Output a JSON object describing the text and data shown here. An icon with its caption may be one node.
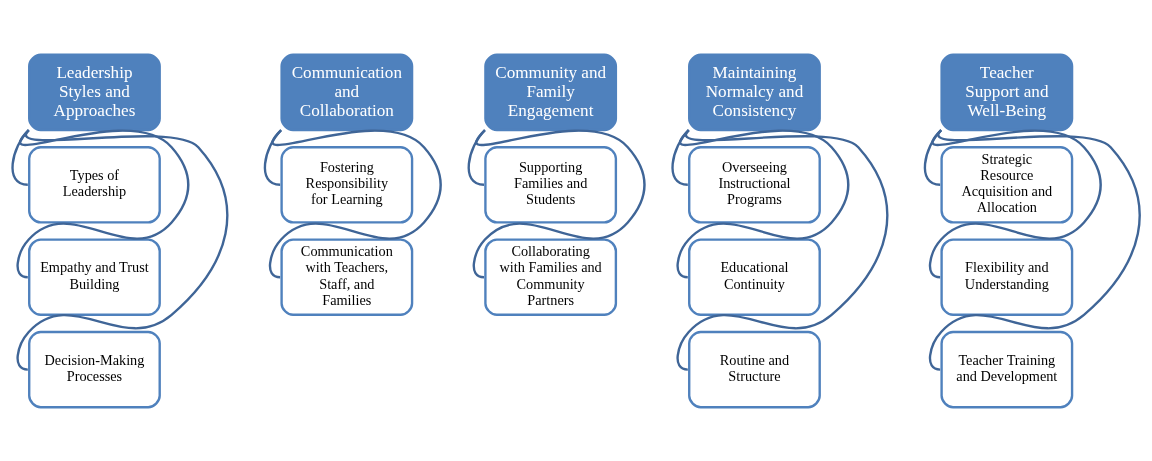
{
  "diagram": {
    "nodes": [
      {
        "text": [
          "Leadership Styles and Approaches"
        ]
      },
      {
        "text": [
          "Types of Leadership"
        ]
      },
      {
        "text": [
          "Empathy and Trust Building"
        ]
      },
      {
        "text": [
          "Decision-Making Processes"
        ]
      },
      {
        "text": [
          "Communication and Collaboration"
        ]
      },
      {
        "text": [
          "Fostering Responsibility for Learning"
        ]
      },
      {
        "text": [
          "Communication with Teachers, Staff, and Families"
        ]
      },
      {
        "text": [
          "Community and Family Engagement"
        ]
      },
      {
        "text": [
          "Supporting Families and Students"
        ]
      },
      {
        "text": [
          "Collaborating with Families and Community Partners"
        ]
      },
      {
        "text": [
          "Maintaining Normalcy and Consistency"
        ]
      },
      {
        "text": [
          "Overseeing Instructional Programs"
        ]
      },
      {
        "text": [
          "Educational Continuity"
        ]
      },
      {
        "text": [
          "Routine and Structure"
        ]
      },
      {
        "text": [
          "Teacher Support and Well-Being"
        ]
      },
      {
        "text": [
          "Strategic Resource Acquisition and Allocation"
        ]
      },
      {
        "text": [
          "Flexibility and Understanding"
        ]
      },
      {
        "text": [
          "Teacher Training and Development"
        ]
      }
    ],
    "edges": [
      {
        "from": 0,
        "to": 1,
        "arrow": "none"
      },
      {
        "from": 0,
        "to": 2,
        "arrow": "none"
      },
      {
        "from": 0,
        "to": 3,
        "arrow": "none"
      },
      {
        "from": 4,
        "to": 5,
        "arrow": "none"
      },
      {
        "from": 4,
        "to": 6,
        "arrow": "none"
      },
      {
        "from": 7,
        "to": 8,
        "arrow": "none"
      },
      {
        "from": 7,
        "to": 9,
        "arrow": "none"
      },
      {
        "from": 10,
        "to": 11,
        "arrow": "none"
      },
      {
        "from": 10,
        "to": 12,
        "arrow": "none"
      },
      {
        "from": 10,
        "to": 13,
        "arrow": "none"
      },
      {
        "from": 14,
        "to": 15,
        "arrow": "none"
      },
      {
        "from": 14,
        "to": 16,
        "arrow": "none"
      },
      {
        "from": 14,
        "to": 17,
        "arrow": "none"
      }
    ]
  }
}
